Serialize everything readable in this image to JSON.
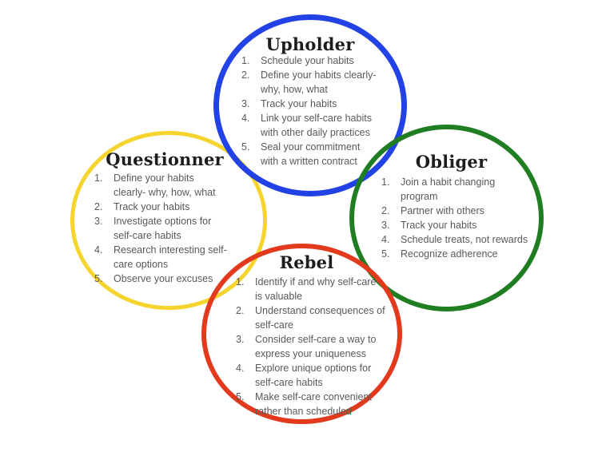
{
  "page": {
    "background_color": "#ffffff",
    "text_color": "#58595c",
    "title_color": "#1d1d1f"
  },
  "diagram": {
    "circles": [
      {
        "id": "upholder",
        "title": "Upholder",
        "color": "#2342e6",
        "items": [
          "Schedule your habits",
          "Define your habits clearly-\nwhy, how, what",
          "Track your habits",
          "Link your self-care habits\nwith other daily practices",
          "Seal your commitment\nwith a written contract"
        ]
      },
      {
        "id": "questionner",
        "title": "Questionner",
        "color": "#f5d42e",
        "items": [
          "Define your habits\nclearly- why, how, what",
          "Track your habits",
          "Investigate options for\nself-care habits",
          "Research interesting self-\ncare options",
          "Observe your excuses"
        ]
      },
      {
        "id": "obliger",
        "title": "Obliger",
        "color": "#1f7d22",
        "items": [
          "Join a habit changing\nprogram",
          "Partner with others",
          "Track your habits",
          "Schedule treats, not rewards",
          "Recognize adherence"
        ]
      },
      {
        "id": "rebel",
        "title": "Rebel",
        "color": "#e33a1d",
        "items": [
          "Identify if and why self-care\nis valuable",
          "Understand consequences of\nself-care",
          "Consider self-care a way to\nexpress your uniqueness",
          "Explore unique options for\nself-care habits",
          "Make self-care convenient\nrather than scheduled"
        ]
      }
    ]
  }
}
